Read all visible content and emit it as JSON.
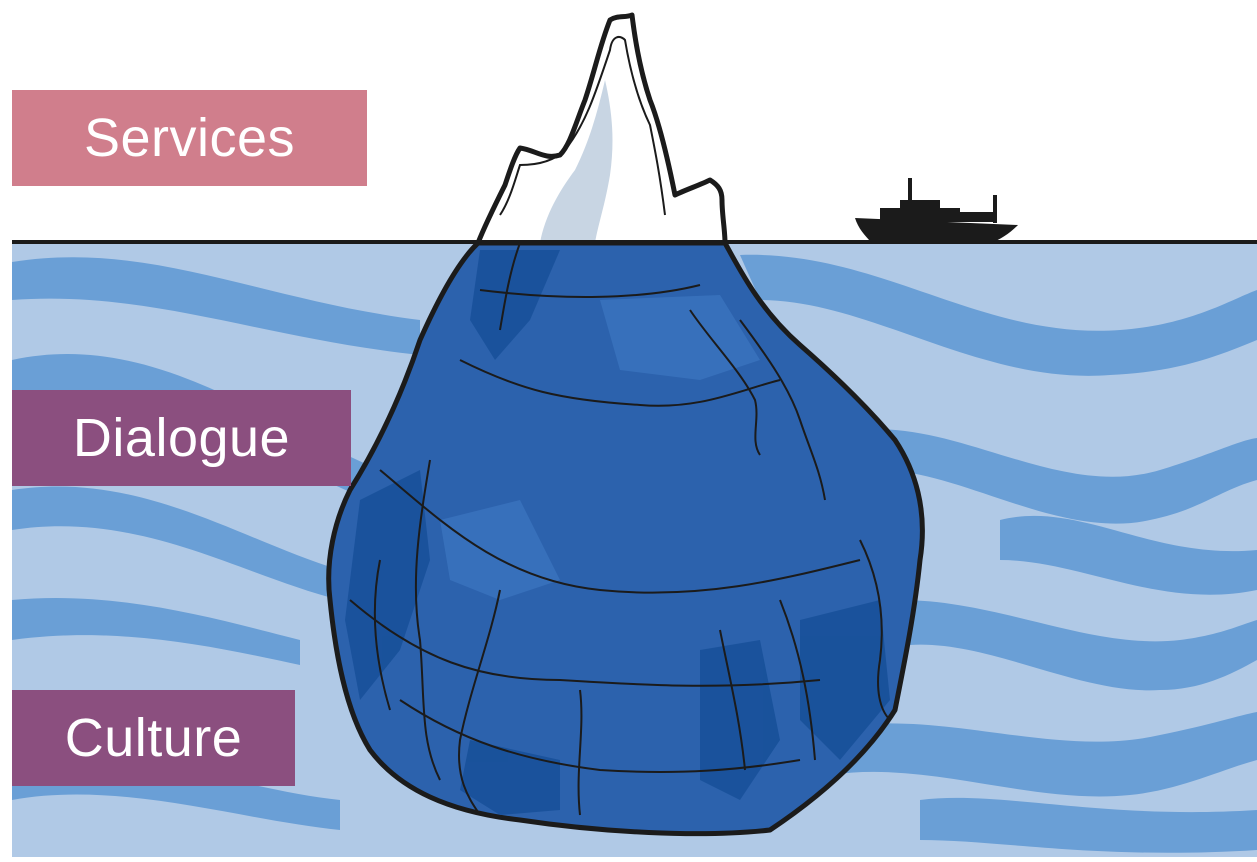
{
  "labels": {
    "services": "Services",
    "dialogue": "Dialogue",
    "culture": "Culture"
  },
  "colors": {
    "water_light": "#b0c9e6",
    "water_band": "#6a9fd6",
    "iceberg_body": "#2c62ad",
    "iceberg_dark": "#18519a",
    "iceberg_shadow": "#3a73bd",
    "tip_white": "#ffffff",
    "tip_shade": "#c8d5e3",
    "outline": "#1b1b1b",
    "services_label_bg": "#d07e8c",
    "dialogue_label_bg": "#8b4f7f",
    "culture_label_bg": "#8b4f7f"
  },
  "icons": [
    "iceberg-icon",
    "ship-icon",
    "waterline-icon"
  ]
}
